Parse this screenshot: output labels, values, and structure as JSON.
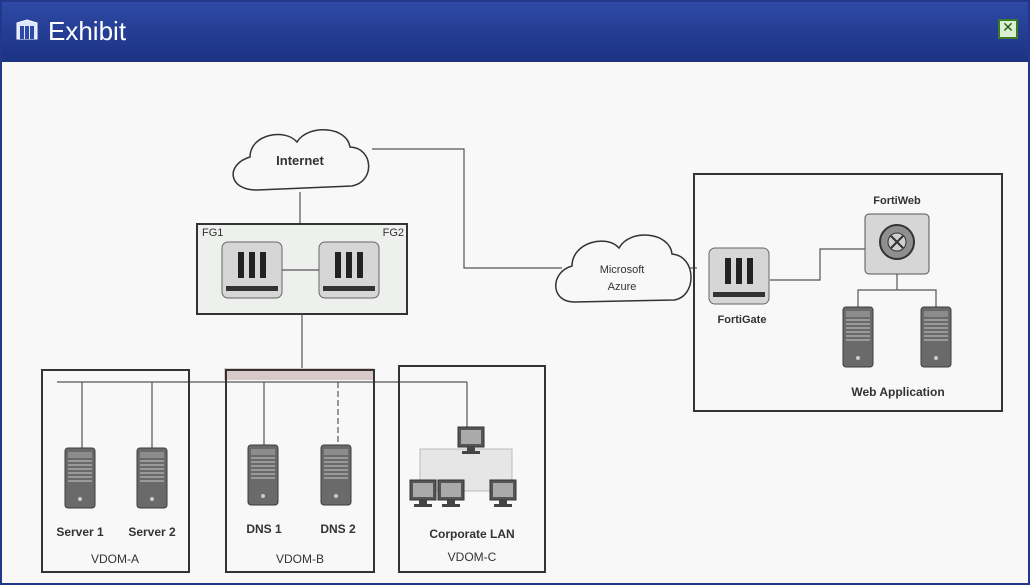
{
  "window": {
    "title": "Exhibit",
    "close_icon": "close-icon"
  },
  "diagram": {
    "internet": "Internet",
    "fg1": "FG1",
    "fg2": "FG2",
    "azure_line1": "Microsoft",
    "azure_line2": "Azure",
    "fortiweb": "FortiWeb",
    "fortigate": "FortiGate",
    "web_application": "Web Application",
    "server1": "Server 1",
    "server2": "Server 2",
    "vdom_a": "VDOM-A",
    "dns1": "DNS 1",
    "dns2": "DNS 2",
    "vdom_b": "VDOM-B",
    "corporate_lan": "Corporate LAN",
    "vdom_c": "VDOM-C"
  }
}
